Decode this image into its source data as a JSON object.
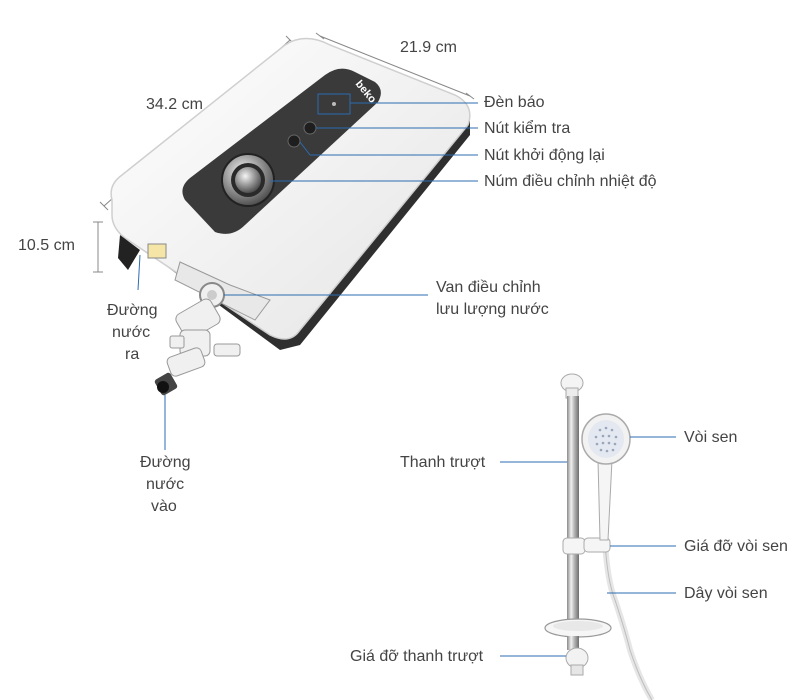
{
  "dimensions": {
    "width": "21.9 cm",
    "depth": "34.2 cm",
    "height": "10.5 cm"
  },
  "heater_labels": {
    "indicator_light": "Đèn báo",
    "test_button": "Nút kiểm tra",
    "reset_button": "Nút khởi động lại",
    "temp_knob": "Núm điều chỉnh nhiệt độ",
    "flow_valve_line1": "Van điều chỉnh",
    "flow_valve_line2": "lưu lượng nước",
    "outlet_line1": "Đường",
    "outlet_line2": "nước",
    "outlet_line3": "ra",
    "inlet_line1": "Đường",
    "inlet_line2": "nước",
    "inlet_line3": "vào"
  },
  "shower_labels": {
    "shower_head": "Vòi sen",
    "slide_bar": "Thanh trượt",
    "head_holder": "Giá đỡ vòi sen",
    "hose": "Dây vòi sen",
    "bar_bracket": "Giá đỡ thanh trượt"
  },
  "brand_text": "beko",
  "colors": {
    "leader_line": "#2b6cb0",
    "dimension_line": "#888888",
    "label_text": "#444444",
    "body_white": "#f2f2f2",
    "panel_dark": "#3a3a3a"
  }
}
